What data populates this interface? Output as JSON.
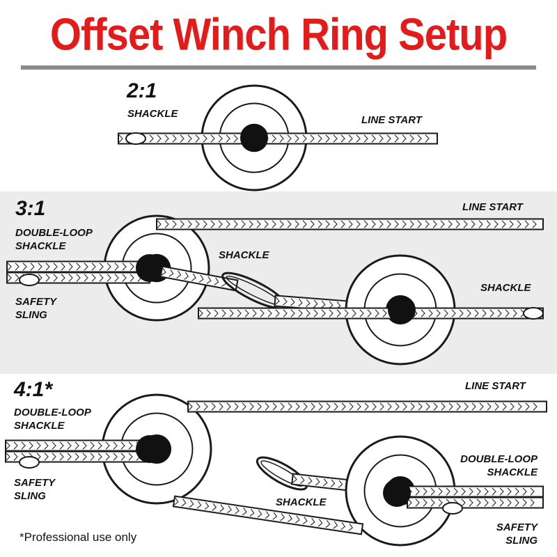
{
  "title": "Offset Winch Ring Setup",
  "colors": {
    "title": "#e41b1b",
    "rule": "#8a8a8a",
    "panel_shade": "#ececec",
    "stroke": "#1a1a1a",
    "hole": "#111111"
  },
  "sections": [
    {
      "ratio": "2:1",
      "labels": {
        "shackle": "SHACKLE",
        "line_start": "LINE START"
      }
    },
    {
      "ratio": "3:1",
      "labels": {
        "line_start": "LINE START",
        "double_loop_shackle": "DOUBLE-LOOP\nSHACKLE",
        "shackle_mid": "SHACKLE",
        "shackle_right": "SHACKLE",
        "safety_sling": "SAFETY\nSLING"
      }
    },
    {
      "ratio": "4:1*",
      "labels": {
        "line_start": "LINE START",
        "double_loop_shackle_left": "DOUBLE-LOOP\nSHACKLE",
        "double_loop_shackle_right": "DOUBLE-LOOP\nSHACKLE",
        "shackle_mid": "SHACKLE",
        "safety_sling_left": "SAFETY\nSLING",
        "safety_sling_right": "SAFETY\nSLING"
      }
    }
  ],
  "footnote": "*Professional use only"
}
